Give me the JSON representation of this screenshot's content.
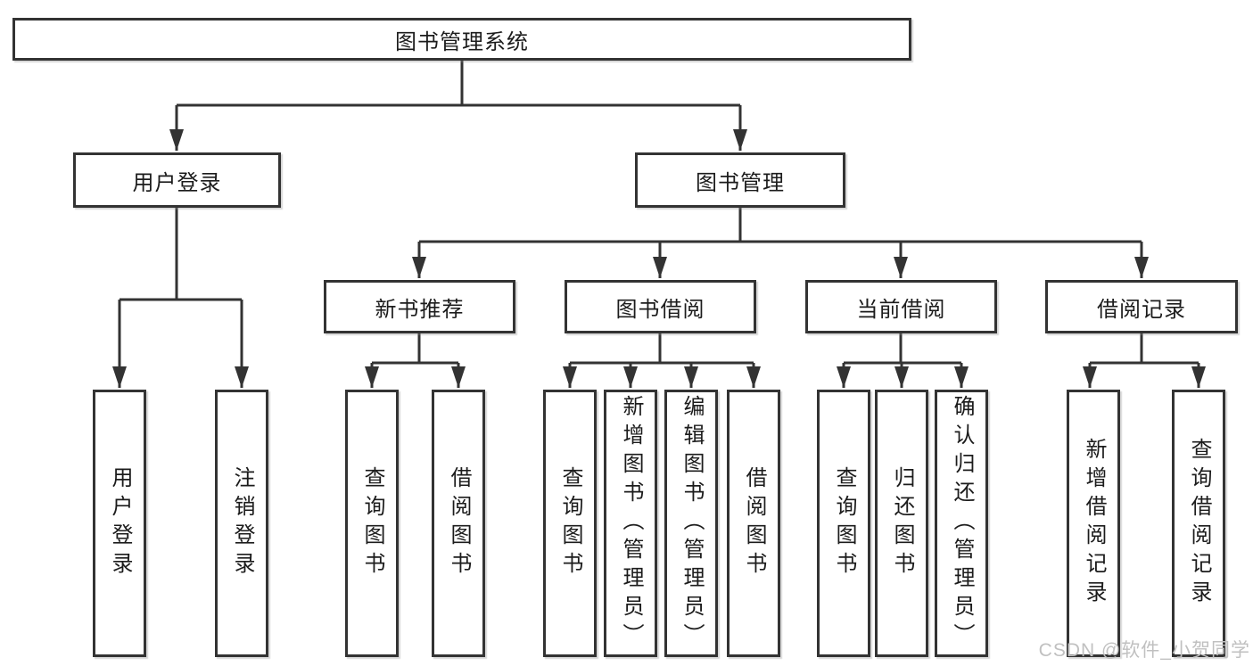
{
  "colors": {
    "line": "#333333",
    "border": "#333333",
    "text": "#1c1c1c",
    "background": "#ffffff",
    "watermark": "#c0c0c0"
  },
  "diagram": {
    "root": {
      "label": "图书管理系统"
    },
    "branches": [
      {
        "label": "用户登录",
        "children": [
          {
            "label": "用户登录"
          },
          {
            "label": "注销登录"
          }
        ]
      },
      {
        "label": "图书管理",
        "children": [
          {
            "label": "新书推荐",
            "children": [
              {
                "label": "查询图书"
              },
              {
                "label": "借阅图书"
              }
            ]
          },
          {
            "label": "图书借阅",
            "children": [
              {
                "label": "查询图书"
              },
              {
                "label": "新增图书（管理员）"
              },
              {
                "label": "编辑图书（管理员）"
              },
              {
                "label": "借阅图书"
              }
            ]
          },
          {
            "label": "当前借阅",
            "children": [
              {
                "label": "查询图书"
              },
              {
                "label": "归还图书"
              },
              {
                "label": "确认归还（管理员）"
              }
            ]
          },
          {
            "label": "借阅记录",
            "children": [
              {
                "label": "新增借阅记录"
              },
              {
                "label": "查询借阅记录"
              }
            ]
          }
        ]
      }
    ]
  },
  "watermark": {
    "text": "CSDN @软件_小贺同学"
  }
}
